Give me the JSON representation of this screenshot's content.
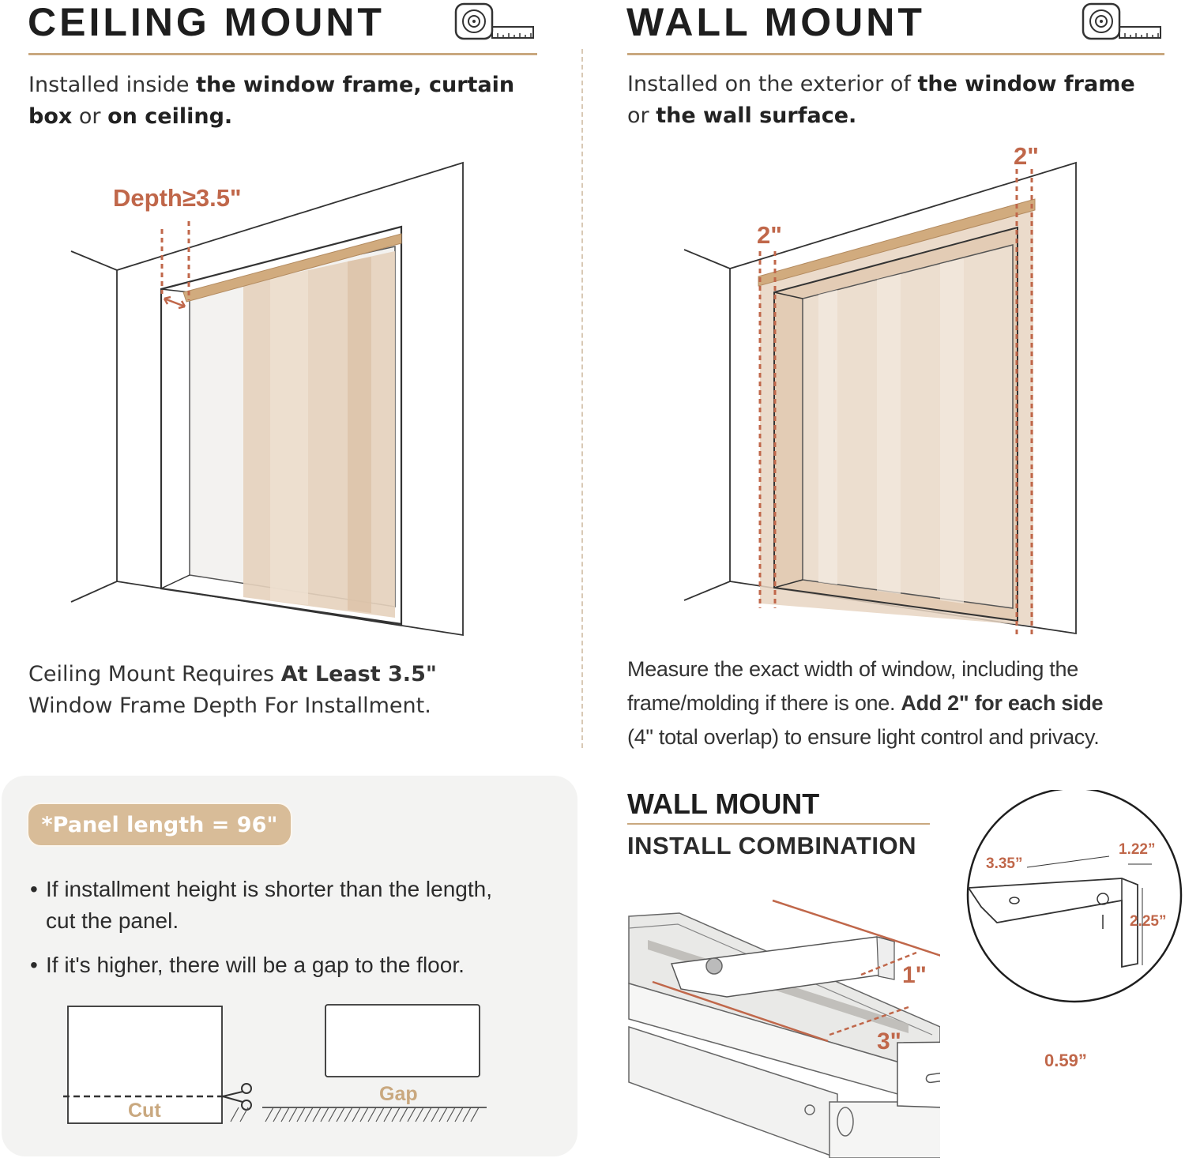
{
  "colors": {
    "accent": "#c0674a",
    "beige": "#d8bc98",
    "rail": "#d1ab7e",
    "curtain": "#e8d5c2",
    "line": "#333333",
    "rule": "#c9a87f",
    "panel": "#f3f3f2"
  },
  "ceiling": {
    "title": "CEILING MOUNT",
    "icon": "tape-measure-icon",
    "intro": {
      "p1": "Installed inside ",
      "b1": "the window frame, curtain box",
      "p2": " or ",
      "b2": "on ceiling."
    },
    "depth_label": "Depth≥3.5\"",
    "note": {
      "p1": "Ceiling Mount Requires ",
      "b1": "At Least 3.5\"",
      "p2": "Window Frame Depth For Installment."
    }
  },
  "wall": {
    "title": "WALL MOUNT",
    "icon": "tape-measure-icon",
    "intro": {
      "p1": "Installed on the exterior of ",
      "b1": "the window frame",
      "p2": "or ",
      "b2": "the wall surface."
    },
    "left_overlap": "2\"",
    "right_overlap": "2\"",
    "measure": {
      "l1": "Measure the exact width of window, including the",
      "l2a": "frame/molding if there is one. ",
      "l2b": "Add 2\" for each side",
      "l3": "(4\" total overlap) to ensure light control and privacy."
    }
  },
  "panel_box": {
    "pill": "*Panel length = 96\"",
    "bullets": [
      {
        "l1": "If installment height is shorter than the length,",
        "l2": "cut the panel."
      },
      {
        "l1": "If it's higher, there will be a gap to the floor.",
        "l2": ""
      }
    ],
    "cut_label": "Cut",
    "gap_label": "Gap"
  },
  "install": {
    "title": "WALL MOUNT",
    "subtitle": "INSTALL COMBINATION",
    "dim_bracket_width": "1\"",
    "dim_bracket_length": "3\"",
    "dim_rail_height": "0.59”",
    "detail": {
      "length": "3.35”",
      "width": "1.22”",
      "height": "2.25”"
    }
  }
}
